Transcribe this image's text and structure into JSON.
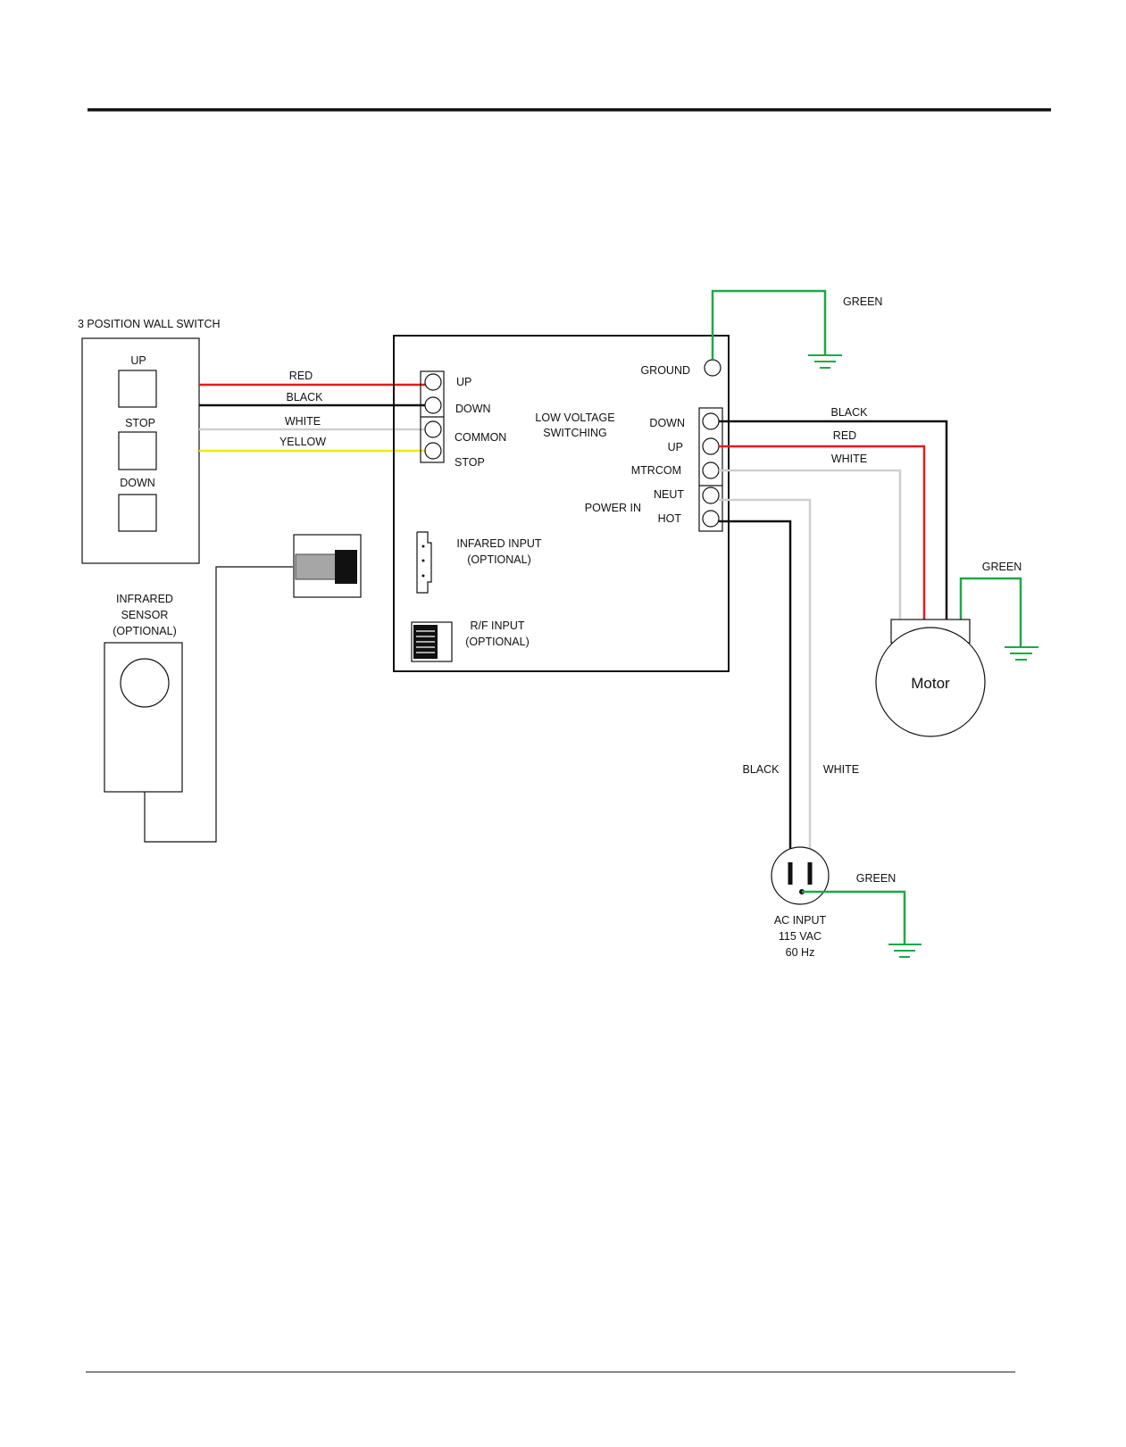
{
  "colors": {
    "red": "#e41b1b",
    "black": "#111111",
    "white_wire": "#cfcfcf",
    "yellow": "#f2e800",
    "green": "#1ea84a"
  },
  "wall_switch": {
    "title": "3 POSITION WALL SWITCH",
    "up_label": "UP",
    "stop_label": "STOP",
    "down_label": "DOWN"
  },
  "switch_wires": {
    "red": "RED",
    "black": "BLACK",
    "white": "WHITE",
    "yellow": "YELLOW"
  },
  "controller": {
    "low_voltage_terminals": [
      "UP",
      "DOWN",
      "COMMON",
      "STOP"
    ],
    "low_voltage_title_line1": "LOW VOLTAGE",
    "low_voltage_title_line2": "SWITCHING",
    "ground_label": "GROUND",
    "motor_terminals": [
      "DOWN",
      "UP",
      "MTRCOM"
    ],
    "power_terminals": [
      "NEUT",
      "HOT"
    ],
    "power_in_label": "POWER IN",
    "infrared_input_line1": "INFARED INPUT",
    "infrared_input_line2": "(OPTIONAL)",
    "rf_input_line1": "R/F INPUT",
    "rf_input_line2": "(OPTIONAL)"
  },
  "ground_top": {
    "label": "GREEN"
  },
  "motor_wires": {
    "black": "BLACK",
    "red": "RED",
    "white": "WHITE",
    "green": "GREEN"
  },
  "motor": {
    "label": "Motor"
  },
  "infrared_sensor": {
    "line1": "INFRARED",
    "line2": "SENSOR",
    "line3": "(OPTIONAL)"
  },
  "ac_input": {
    "black_label": "BLACK",
    "white_label": "WHITE",
    "green_label": "GREEN",
    "line1": "AC INPUT",
    "line2": "115 VAC",
    "line3": "60 Hz"
  }
}
